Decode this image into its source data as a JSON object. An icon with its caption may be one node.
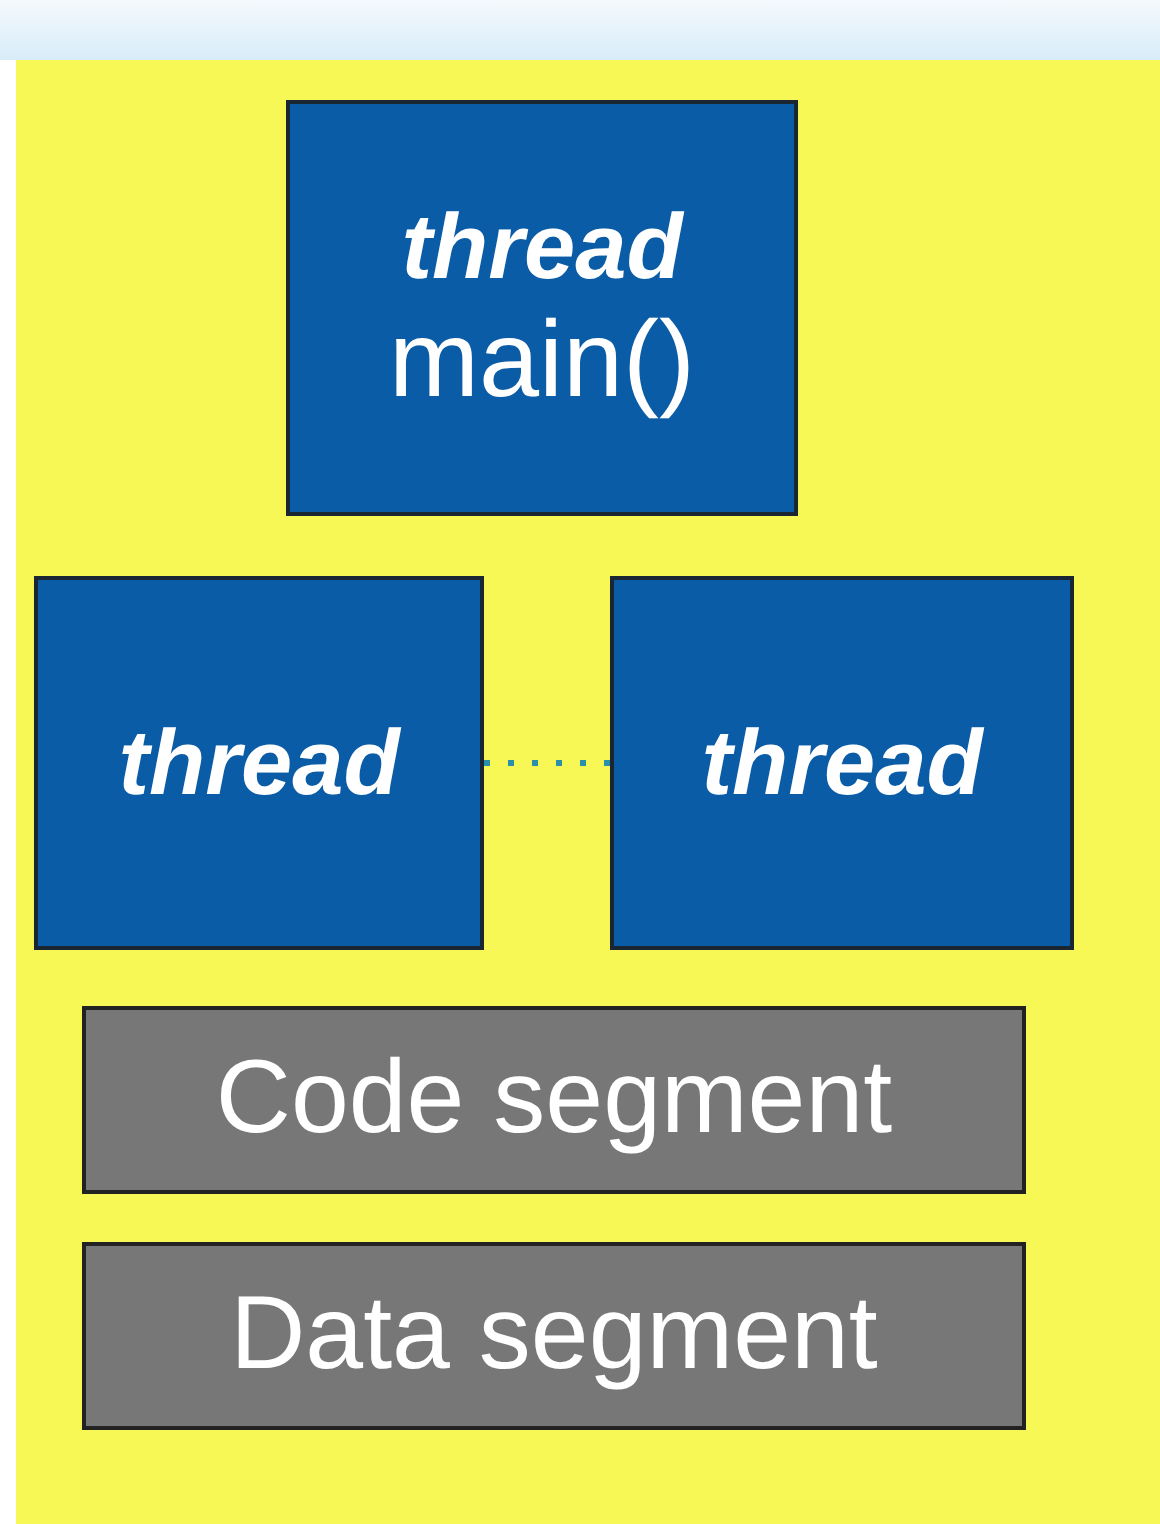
{
  "diagram": {
    "nodes": [
      {
        "text": [],
        "shape": "box"
      },
      {
        "text": [
          "thread",
          "main()"
        ],
        "in": 0
      },
      {
        "text": [
          "thread"
        ],
        "in": 0
      },
      {
        "text": [
          "thread"
        ],
        "in": 0
      },
      {
        "text": [
          "Code segment"
        ],
        "in": 0
      },
      {
        "text": [
          "Data segment"
        ],
        "in": 0
      }
    ],
    "edges": [
      {
        "from": 2,
        "to": 3,
        "arrow": "none",
        "style": "dashed",
        "color": "#2a8fa8"
      }
    ]
  }
}
